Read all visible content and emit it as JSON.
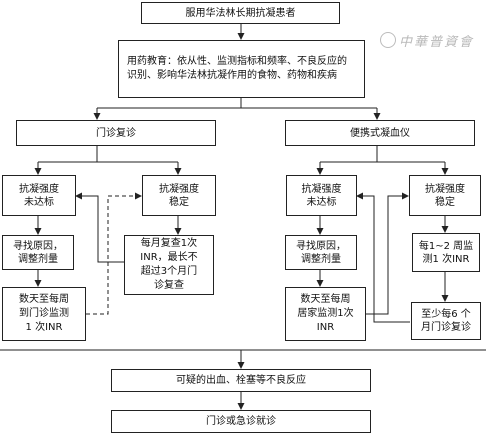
{
  "nodes": {
    "start": "服用华法林长期抗凝患者",
    "education": "用药教育：依从性、监测指标和频率、不良反应的识别、影响华法林抗凝作用的食物、药物和疾病",
    "clinic": "门诊复诊",
    "portable": "便携式凝血仪",
    "l_unmet": "抗凝强度\n未达标",
    "l_stable": "抗凝强度\n稳定",
    "l_cause": "寻找原因，\n调整剂量",
    "l_monthly": "每月复查1次\nINR，最长不\n超过3个月门\n诊复查",
    "l_monitor": "数天至每周\n到门诊监测\n1 次INR",
    "r_unmet": "抗凝强度\n未达标",
    "r_stable": "抗凝强度\n稳定",
    "r_cause": "寻找原因，\n调整剂量",
    "r_weekly": "每1~2 周监\n测1 次INR",
    "r_home": "数天至每周\n居家监测1次\nINR",
    "r_clinic6": "至少每6 个\n月门诊复诊",
    "adverse": "可疑的出血、栓塞等不良反应",
    "visit": "门诊或急诊就诊"
  },
  "watermark": "中華普資會"
}
